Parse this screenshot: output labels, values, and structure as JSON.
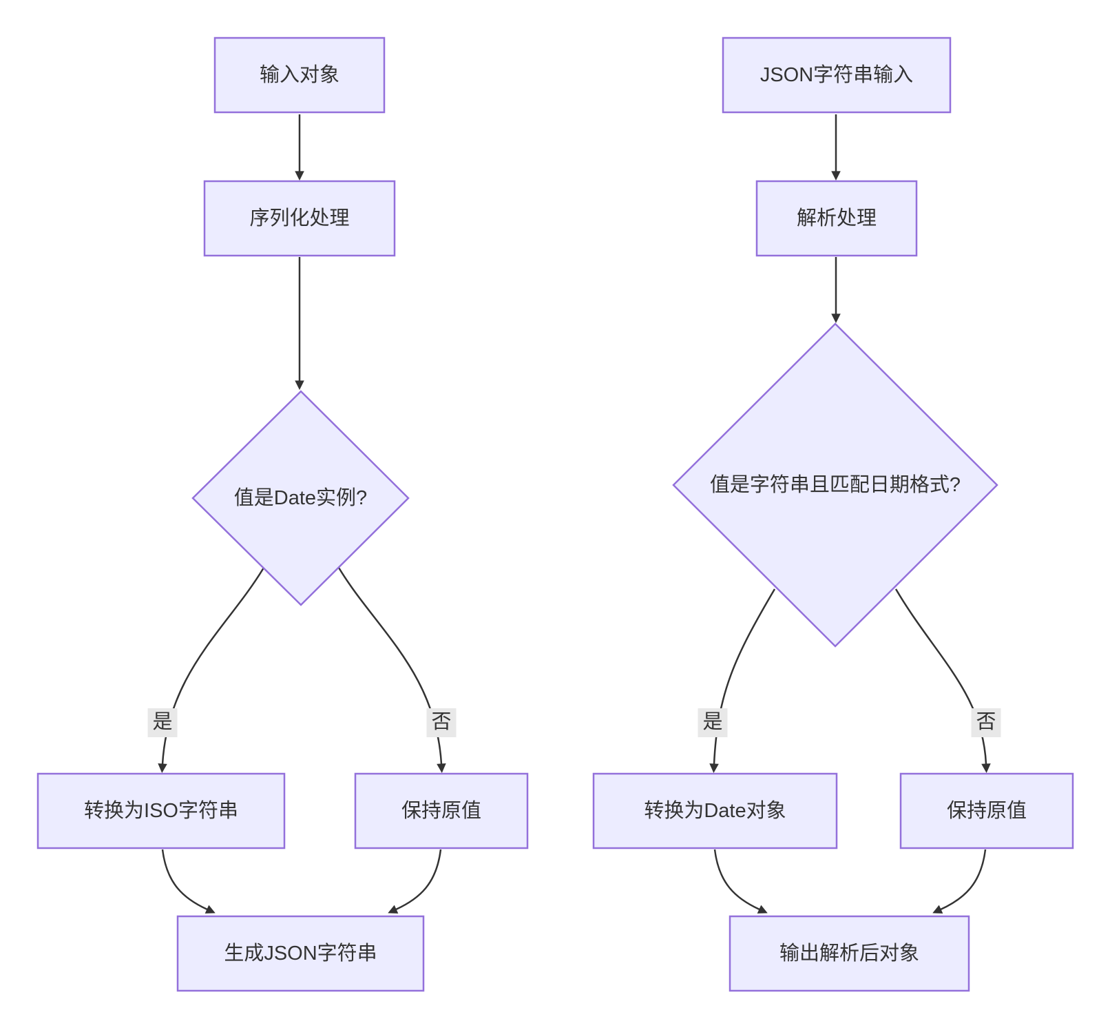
{
  "diagram": {
    "colors": {
      "background": "#ffffff",
      "node_fill": "#ECECFF",
      "node_border": "#9370DB",
      "edge_color": "#333333",
      "text_color": "#333333",
      "label_bg": "#e8e8e8"
    },
    "serialize_flow": {
      "nodes": {
        "input": "输入对象",
        "process": "序列化处理",
        "decision": "值是Date实例?",
        "yes_branch": "转换为ISO字符串",
        "no_branch": "保持原值",
        "output": "生成JSON字符串"
      },
      "edge_labels": {
        "yes": "是",
        "no": "否"
      }
    },
    "parse_flow": {
      "nodes": {
        "input": "JSON字符串输入",
        "process": "解析处理",
        "decision": "值是字符串且匹配日期格式?",
        "yes_branch": "转换为Date对象",
        "no_branch": "保持原值",
        "output": "输出解析后对象"
      },
      "edge_labels": {
        "yes": "是",
        "no": "否"
      }
    }
  }
}
